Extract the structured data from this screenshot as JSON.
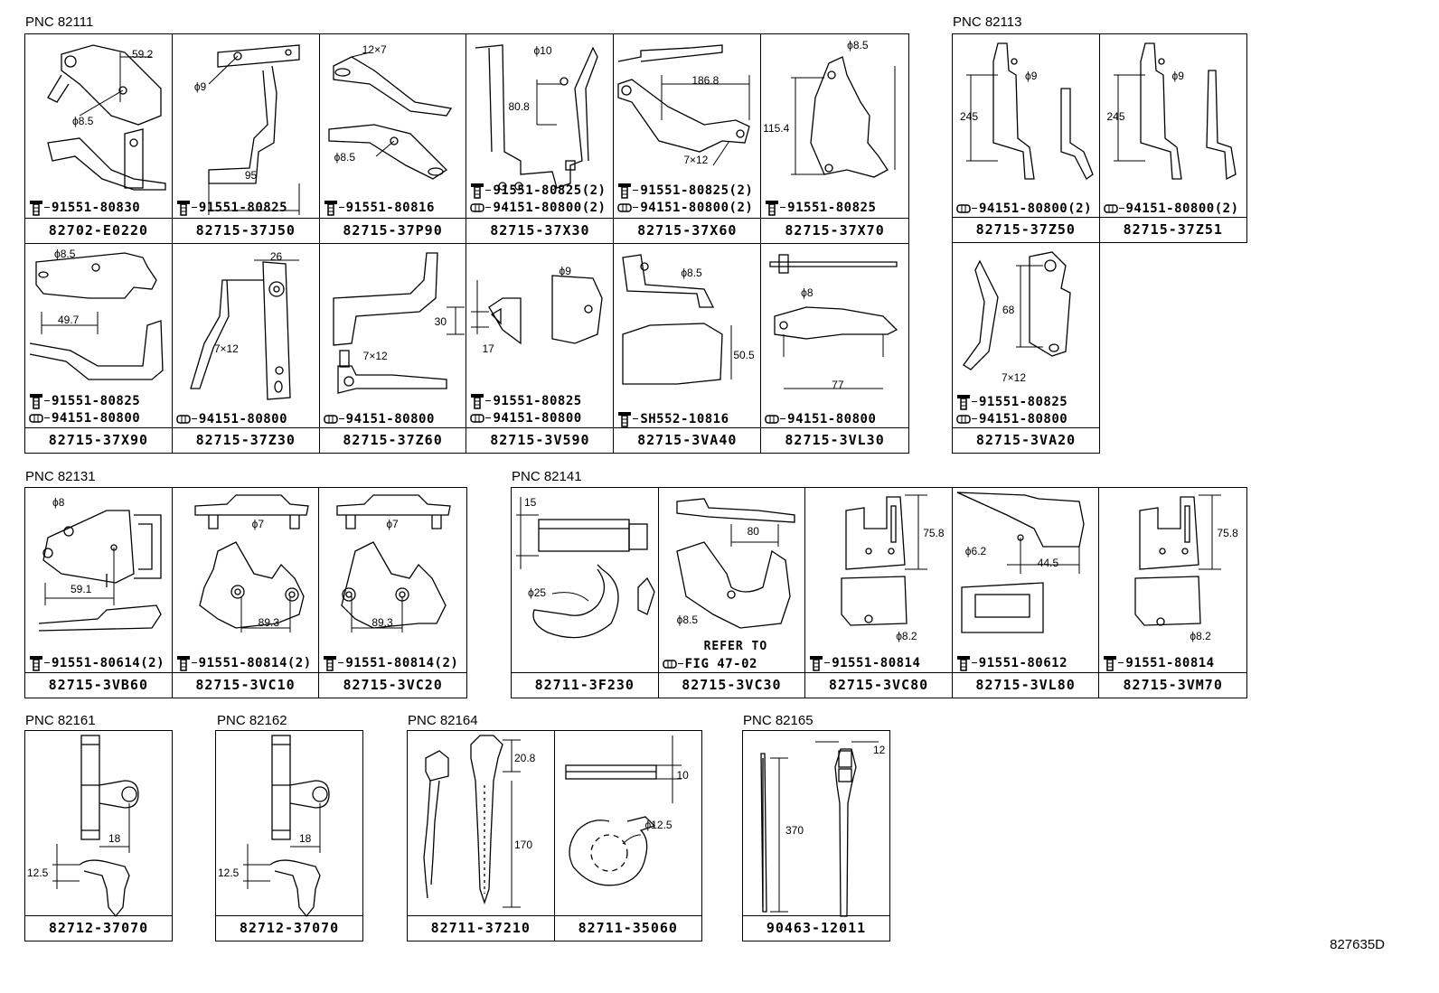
{
  "diagram_id": "827635D",
  "groups": [
    {
      "pnc": "PNC 82111",
      "cells": [
        {
          "part": "82702-E0220",
          "fasteners": [
            {
              "kind": "bolt",
              "text": "91551-80830"
            }
          ],
          "dims": [
            "59.2",
            "ϕ8.5"
          ]
        },
        {
          "part": "82715-37J50",
          "fasteners": [
            {
              "kind": "bolt",
              "text": "91551-80825"
            }
          ],
          "dims": [
            "ϕ9",
            "95"
          ]
        },
        {
          "part": "82715-37P90",
          "fasteners": [
            {
              "kind": "bolt",
              "text": "91551-80816"
            }
          ],
          "dims": [
            "12×7",
            "ϕ8.5"
          ]
        },
        {
          "part": "82715-37X30",
          "fasteners": [
            {
              "kind": "bolt",
              "text": "91551-80825(2)"
            },
            {
              "kind": "nut",
              "text": "94151-80800(2)"
            }
          ],
          "dims": [
            "ϕ10",
            "80.8"
          ]
        },
        {
          "part": "82715-37X60",
          "fasteners": [
            {
              "kind": "bolt",
              "text": "91551-80825(2)"
            },
            {
              "kind": "nut",
              "text": "94151-80800(2)"
            }
          ],
          "dims": [
            "186.8",
            "7×12"
          ]
        },
        {
          "part": "82715-37X70",
          "fasteners": [
            {
              "kind": "bolt",
              "text": "91551-80825"
            }
          ],
          "dims": [
            "ϕ8.5",
            "115.4"
          ]
        },
        {
          "part": "82715-37X90",
          "fasteners": [
            {
              "kind": "bolt",
              "text": "91551-80825"
            },
            {
              "kind": "nut",
              "text": "94151-80800"
            }
          ],
          "dims": [
            "ϕ8.5",
            "49.7"
          ]
        },
        {
          "part": "82715-37Z30",
          "fasteners": [
            {
              "kind": "nut",
              "text": "94151-80800"
            }
          ],
          "dims": [
            "26",
            "7×12"
          ]
        },
        {
          "part": "82715-37Z60",
          "fasteners": [
            {
              "kind": "nut",
              "text": "94151-80800"
            }
          ],
          "dims": [
            "30",
            "7×12"
          ]
        },
        {
          "part": "82715-3V590",
          "fasteners": [
            {
              "kind": "bolt",
              "text": "91551-80825"
            },
            {
              "kind": "nut",
              "text": "94151-80800"
            }
          ],
          "dims": [
            "ϕ9",
            "17"
          ]
        },
        {
          "part": "82715-3VA40",
          "fasteners": [
            {
              "kind": "bolt",
              "text": "SH552-10816"
            }
          ],
          "dims": [
            "ϕ8.5",
            "50.5"
          ]
        },
        {
          "part": "82715-3VL30",
          "fasteners": [
            {
              "kind": "nut",
              "text": "94151-80800"
            }
          ],
          "dims": [
            "ϕ8",
            "77"
          ]
        }
      ]
    },
    {
      "pnc": "PNC 82113",
      "cells": [
        {
          "part": "82715-37Z50",
          "fasteners": [
            {
              "kind": "nut",
              "text": "94151-80800(2)"
            }
          ],
          "dims": [
            "245",
            "ϕ9"
          ]
        },
        {
          "part": "82715-37Z51",
          "fasteners": [
            {
              "kind": "nut",
              "text": "94151-80800(2)"
            }
          ],
          "dims": [
            "245",
            "ϕ9"
          ]
        },
        {
          "part": "82715-3VA20",
          "fasteners": [
            {
              "kind": "bolt",
              "text": "91551-80825"
            },
            {
              "kind": "nut",
              "text": "94151-80800"
            }
          ],
          "dims": [
            "68",
            "7×12"
          ]
        }
      ]
    },
    {
      "pnc": "PNC 82131",
      "cells": [
        {
          "part": "82715-3VB60",
          "fasteners": [
            {
              "kind": "bolt",
              "text": "91551-80614(2)"
            }
          ],
          "dims": [
            "ϕ8",
            "59.1"
          ]
        },
        {
          "part": "82715-3VC10",
          "fasteners": [
            {
              "kind": "bolt",
              "text": "91551-80814(2)"
            }
          ],
          "dims": [
            "ϕ7",
            "89.3"
          ]
        },
        {
          "part": "82715-3VC20",
          "fasteners": [
            {
              "kind": "bolt",
              "text": "91551-80814(2)"
            }
          ],
          "dims": [
            "ϕ7",
            "89.3"
          ]
        }
      ]
    },
    {
      "pnc": "PNC 82141",
      "refer_line1": "REFER TO",
      "refer_line2": "FIG 47-02",
      "cells": [
        {
          "part": "82711-3F230",
          "fasteners": [],
          "dims": [
            "15",
            "ϕ25"
          ]
        },
        {
          "part": "82715-3VC30",
          "fasteners": [],
          "dims": [
            "80",
            "ϕ8.5"
          ]
        },
        {
          "part": "82715-3VC80",
          "fasteners": [
            {
              "kind": "bolt",
              "text": "91551-80814"
            }
          ],
          "dims": [
            "75.8",
            "ϕ8.2"
          ]
        },
        {
          "part": "82715-3VL80",
          "fasteners": [
            {
              "kind": "bolt",
              "text": "91551-80612"
            }
          ],
          "dims": [
            "ϕ6.2",
            "44.5"
          ]
        },
        {
          "part": "82715-3VM70",
          "fasteners": [
            {
              "kind": "bolt",
              "text": "91551-80814"
            }
          ],
          "dims": [
            "75.8",
            "ϕ8.2"
          ]
        }
      ]
    },
    {
      "pnc": "PNC 82161",
      "cells": [
        {
          "part": "82712-37070",
          "fasteners": [],
          "dims": [
            "18",
            "12.5"
          ]
        }
      ]
    },
    {
      "pnc": "PNC 82162",
      "cells": [
        {
          "part": "82712-37070",
          "fasteners": [],
          "dims": [
            "18",
            "12.5"
          ]
        }
      ]
    },
    {
      "pnc": "PNC 82164",
      "cells": [
        {
          "part": "82711-37210",
          "fasteners": [],
          "dims": [
            "20.8",
            "170"
          ]
        },
        {
          "part": "82711-35060",
          "fasteners": [],
          "dims": [
            "10",
            "ϕ12.5"
          ]
        }
      ]
    },
    {
      "pnc": "PNC 82165",
      "cells": [
        {
          "part": "90463-12011",
          "fasteners": [],
          "dims": [
            "12",
            "370"
          ]
        }
      ]
    }
  ],
  "icons": {
    "bolt": "bolt-icon",
    "nut": "nut-icon"
  }
}
